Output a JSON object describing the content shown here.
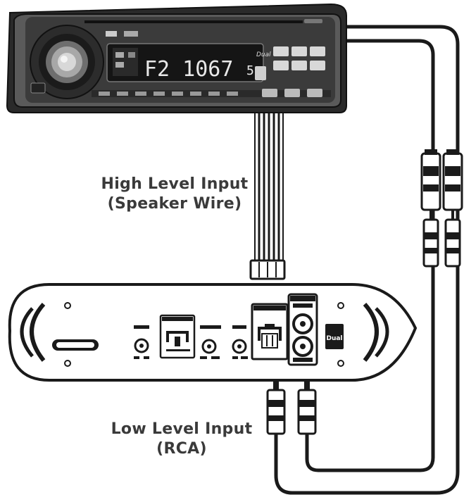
{
  "labels": {
    "high_level_line1": "High Level Input",
    "high_level_line2": "(Speaker Wire)",
    "low_level_line1": "Low Level Input",
    "low_level_line2": "(RCA)"
  },
  "head_unit": {
    "display_text": "F2 1067",
    "display_digit": "5",
    "brand": "Dual"
  },
  "amplifier": {
    "brand": "Dual"
  },
  "colors": {
    "ink": "#1a1a1a",
    "panel": "#2a2a2a",
    "label": "#3a3a3a"
  }
}
